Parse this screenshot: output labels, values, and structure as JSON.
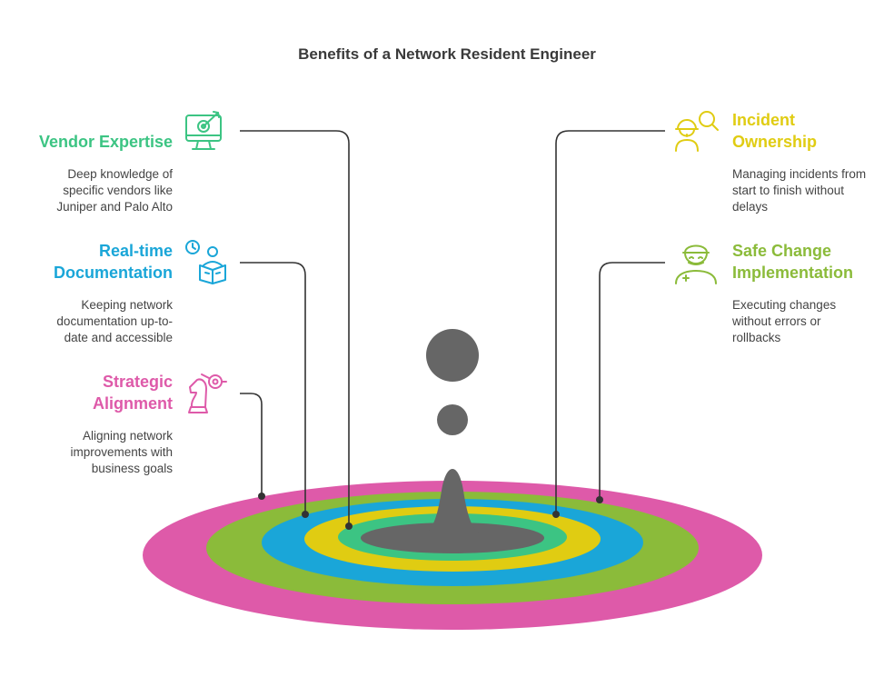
{
  "title": "Benefits of a Network Resident Engineer",
  "items": {
    "vendor": {
      "heading": "Vendor Expertise",
      "description": "Deep knowledge of specific vendors like Juniper and Palo Alto",
      "color": "#3cc483",
      "icon": "monitor-target-icon"
    },
    "documentation": {
      "heading": "Real-time Documentation",
      "description": "Keeping network documentation up-to-date and accessible",
      "color": "#1aa6d8",
      "icon": "person-reading-clock-icon"
    },
    "strategic": {
      "heading": "Strategic Alignment",
      "description": "Aligning network improvements with business goals",
      "color": "#de5aa9",
      "icon": "chess-knight-target-icon"
    },
    "incident": {
      "heading": "Incident Ownership",
      "description": "Managing incidents from start to finish without delays",
      "color": "#e0cc12",
      "icon": "worker-search-icon"
    },
    "change": {
      "heading": "Safe Change Implementation",
      "description": "Executing changes without errors or rollbacks",
      "color": "#8bbb3a",
      "icon": "surgeon-icon"
    }
  },
  "colors": {
    "center": "#666666",
    "connector": "#333333",
    "text": "#444444"
  }
}
